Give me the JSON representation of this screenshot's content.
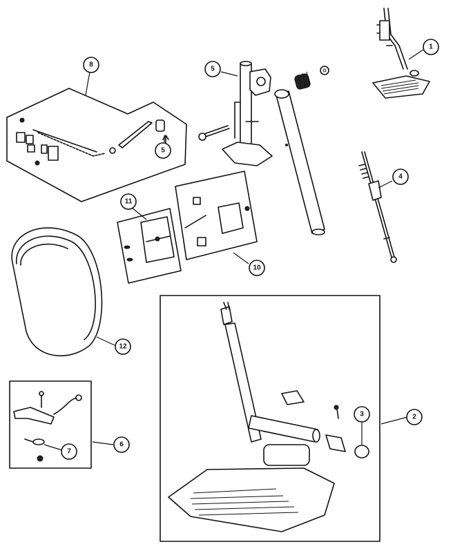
{
  "callouts": {
    "c1": "1",
    "c2": "2",
    "c3": "3",
    "c4": "4",
    "c5a": "5",
    "c5b": "5",
    "c6": "6",
    "c7": "7",
    "c8": "8",
    "c10": "10",
    "c11": "11",
    "c12": "12"
  }
}
